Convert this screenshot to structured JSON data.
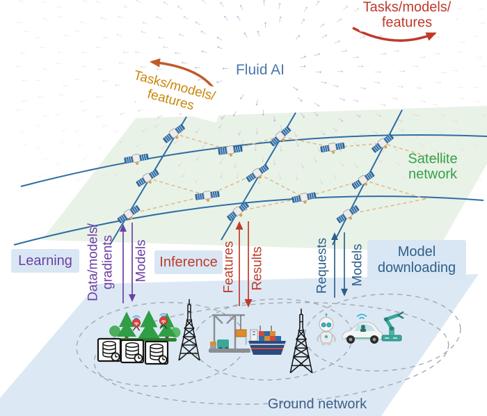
{
  "labels": {
    "fluid_ai": "Fluid AI",
    "satellite_line1": "Satellite",
    "satellite_line2": "network",
    "ground": "Ground network",
    "flow_top_right_line1": "Tasks/models/",
    "flow_top_right_line2": "features",
    "flow_left_line1": "Tasks/models/",
    "flow_left_line2": "features"
  },
  "pipelines": [
    {
      "id": "learning",
      "label_lines": [
        "Learning"
      ],
      "up_lines": [
        "Data/models/",
        "gradients"
      ],
      "down": "Models",
      "color": "#6b3fa3"
    },
    {
      "id": "inference",
      "label_lines": [
        "Inference"
      ],
      "up_lines": [
        "Features"
      ],
      "down": "Results",
      "color": "#bf3a2b"
    },
    {
      "id": "model-downloading",
      "label_lines": [
        "Model",
        "downloading"
      ],
      "up_lines": [
        "Requests"
      ],
      "down": "Models",
      "color": "#2e5f8a"
    }
  ],
  "colors": {
    "learning_purple": "#6b3fa3",
    "inference_red": "#bf3a2b",
    "downloading_blue": "#2e5f8a",
    "satellite_green_text": "#34a14a",
    "fluid_ai_text": "#4878ad",
    "ground_text": "#3f5f88",
    "flow_left_orange_text": "#c8870b",
    "flow_arrow_orange": "#c05a28",
    "flow_arrow_red": "#bf3a2b",
    "satellite_layer_fill": "#e9f2e7",
    "ground_layer_fill": "#dce9f5",
    "orbit_blue": "#2e6da4",
    "isl_dashed_tan": "#ddb887",
    "field_purple": "#968cd0",
    "field_tan": "#deb278"
  },
  "icon_names": [
    "satellite-icon",
    "tree-icon",
    "iot-sensor-icon",
    "edge-database-icon",
    "radio-tower-icon",
    "port-crane-icon",
    "cargo-ship-icon",
    "robot-icon",
    "autonomous-car-icon",
    "robotic-arm-icon",
    "flow-arrow",
    "coverage-cell-ellipse"
  ]
}
